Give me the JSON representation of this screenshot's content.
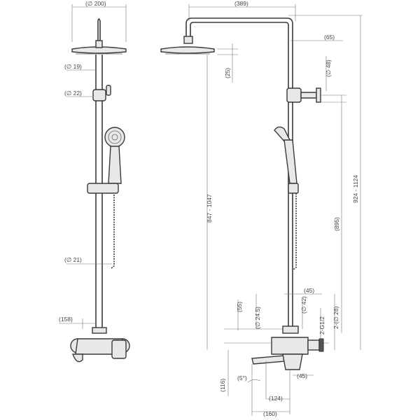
{
  "labels": {
    "front_head_dia": "(∅ 200)",
    "front_dia_19": "(∅ 19)",
    "front_dia_22": "(∅ 22)",
    "front_dia_21": "(∅ 21)",
    "front_158": "(158)",
    "side_top_arm": "(389)",
    "side_65": "(65)",
    "side_25": "(25)",
    "side_48": "(∅ 48)",
    "side_height_head": "847 - 1047",
    "side_height_total": "924 - 1124",
    "side_895": "(895)",
    "side_45_top": "(45)",
    "side_55": "(55)",
    "side_24_5": "(∅ 24.5)",
    "side_42": "(∅ 42)",
    "side_g12": "2-G1/2",
    "side_28": "2-(∅ 28)",
    "side_116": "(116)",
    "side_5deg": "(5°)",
    "side_45_bottom": "(45)",
    "side_124": "(124)",
    "side_160": "(160)"
  }
}
